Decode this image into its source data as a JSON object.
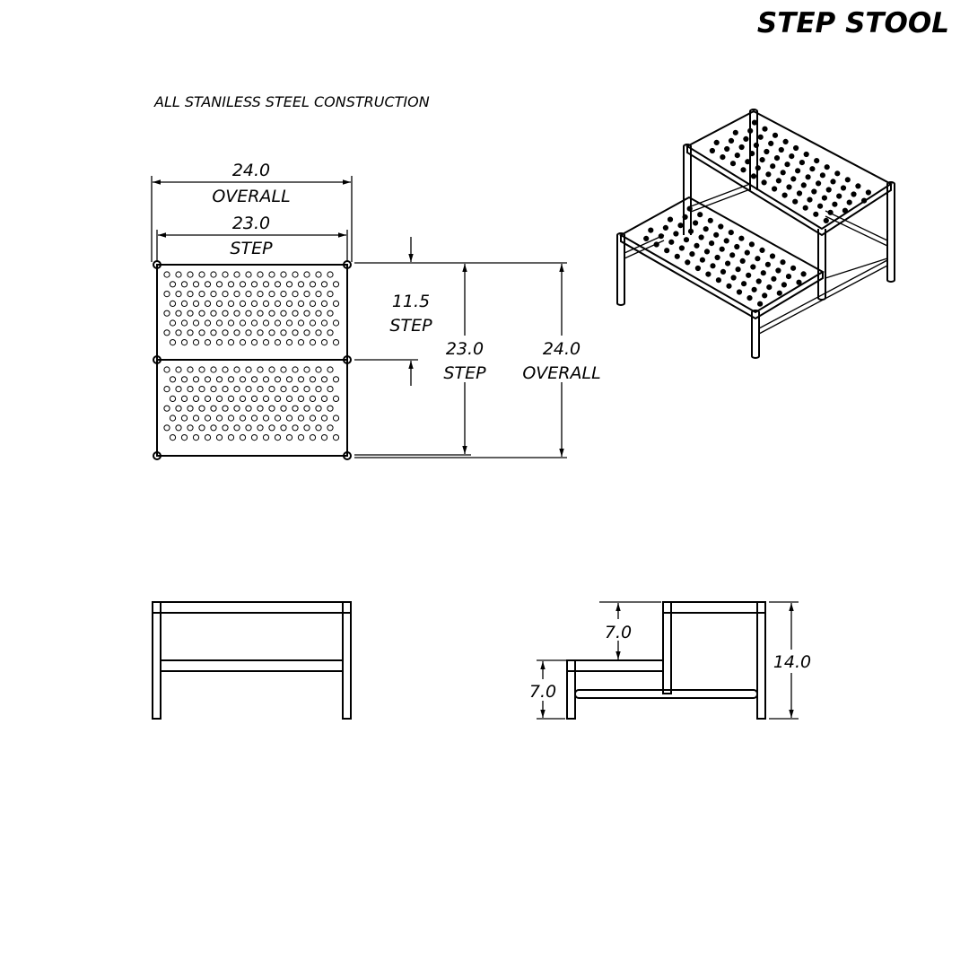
{
  "title": "STEP STOOL",
  "note": "ALL STANILESS STEEL CONSTRUCTION",
  "top_view": {
    "overall_width": {
      "value": "24.0",
      "label": "OVERALL"
    },
    "step_width": {
      "value": "23.0",
      "label": "STEP"
    },
    "step_depth": {
      "value": "11.5",
      "label": "STEP"
    },
    "total_step_depth": {
      "value": "23.0",
      "label": "STEP"
    },
    "overall_depth": {
      "value": "24.0",
      "label": "OVERALL"
    }
  },
  "side_view": {
    "upper_rise": "7.0",
    "lower_rise": "7.0",
    "total_height": "14.0"
  },
  "colors": {
    "line": "#000000",
    "background": "#ffffff"
  }
}
